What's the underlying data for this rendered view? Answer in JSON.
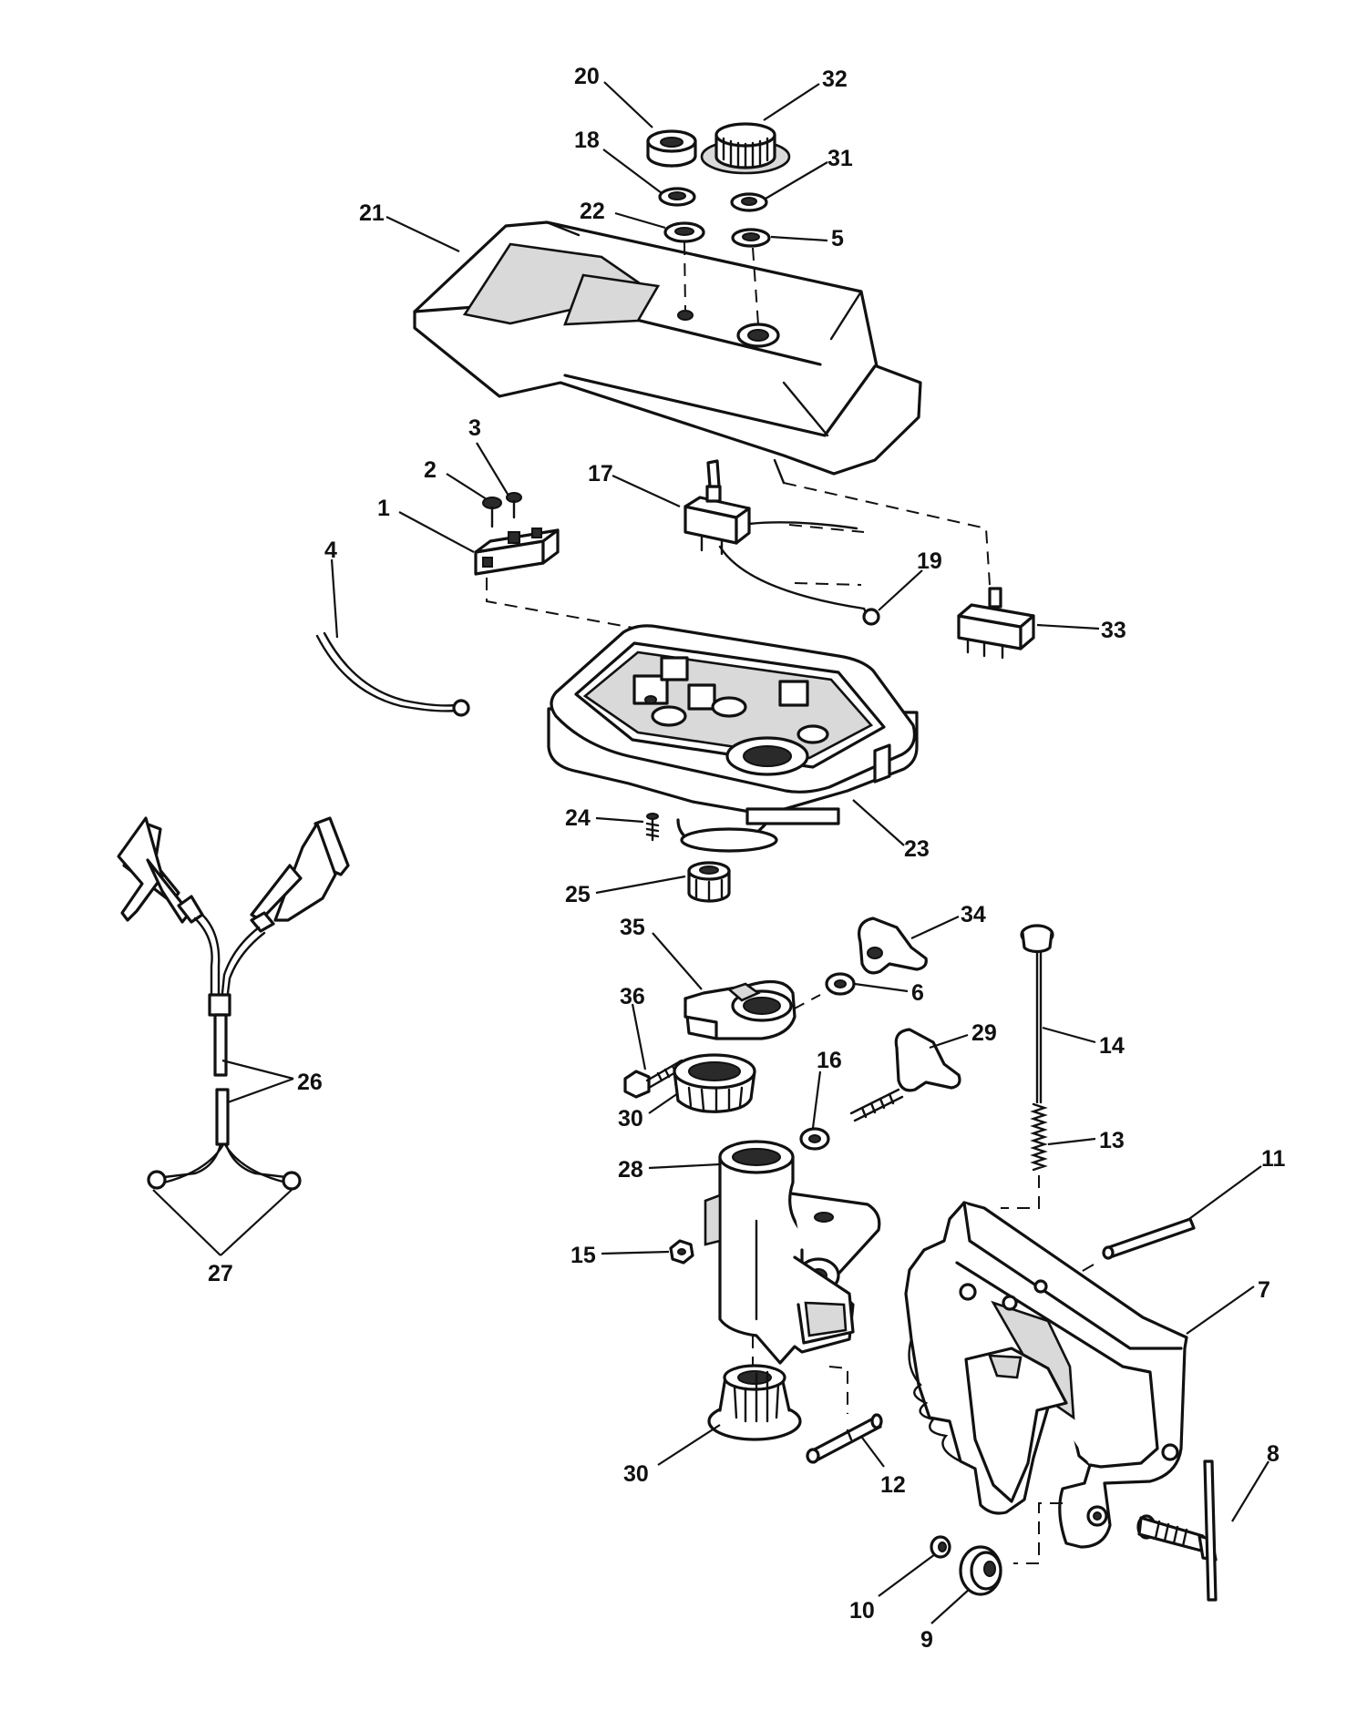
{
  "callouts": [
    {
      "id": "c20",
      "text": "20"
    },
    {
      "id": "c32",
      "text": "32"
    },
    {
      "id": "c18",
      "text": "18"
    },
    {
      "id": "c31",
      "text": "31"
    },
    {
      "id": "c21",
      "text": "21"
    },
    {
      "id": "c22",
      "text": "22"
    },
    {
      "id": "c5",
      "text": "5"
    },
    {
      "id": "c3",
      "text": "3"
    },
    {
      "id": "c2",
      "text": "2"
    },
    {
      "id": "c17",
      "text": "17"
    },
    {
      "id": "c1",
      "text": "1"
    },
    {
      "id": "c4",
      "text": "4"
    },
    {
      "id": "c19",
      "text": "19"
    },
    {
      "id": "c33",
      "text": "33"
    },
    {
      "id": "c24",
      "text": "24"
    },
    {
      "id": "c23",
      "text": "23"
    },
    {
      "id": "c25",
      "text": "25"
    },
    {
      "id": "c35",
      "text": "35"
    },
    {
      "id": "c34",
      "text": "34"
    },
    {
      "id": "c36",
      "text": "36"
    },
    {
      "id": "c6",
      "text": "6"
    },
    {
      "id": "c29",
      "text": "29"
    },
    {
      "id": "c14",
      "text": "14"
    },
    {
      "id": "c26",
      "text": "26"
    },
    {
      "id": "c16",
      "text": "16"
    },
    {
      "id": "c30a",
      "text": "30"
    },
    {
      "id": "c13",
      "text": "13"
    },
    {
      "id": "c28",
      "text": "28"
    },
    {
      "id": "c11",
      "text": "11"
    },
    {
      "id": "c27",
      "text": "27"
    },
    {
      "id": "c15",
      "text": "15"
    },
    {
      "id": "c7",
      "text": "7"
    },
    {
      "id": "c30b",
      "text": "30"
    },
    {
      "id": "c12",
      "text": "12"
    },
    {
      "id": "c8",
      "text": "8"
    },
    {
      "id": "c10",
      "text": "10"
    },
    {
      "id": "c9",
      "text": "9"
    }
  ]
}
